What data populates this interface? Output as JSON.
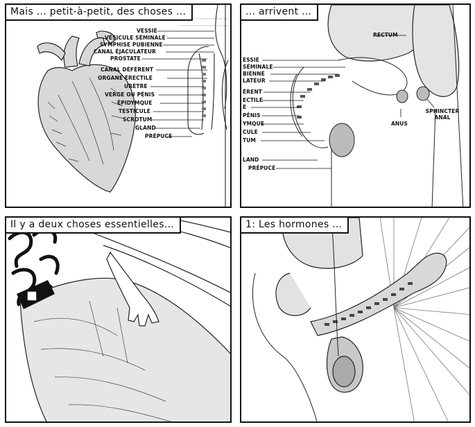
{
  "panels": [
    {
      "caption": "Mais ... petit-à-petit, des choses ...",
      "labels": [
        "Vessie",
        "Vésicule séminale",
        "Symphise pubienne",
        "Canal éjaculateur",
        "Prostate",
        "Canal déférent",
        "Organe érectile",
        "Urètre",
        "Verge ou pénis",
        "Épidymque",
        "Testicule",
        "Scrotum",
        "Gland",
        "Prépuce"
      ]
    },
    {
      "caption": "... arrivent ...",
      "labels": [
        "Rectum",
        "Anus",
        "Sphincter anal",
        "essie",
        "séminale",
        "bienne",
        "lateur",
        "érent",
        "ectile",
        "e",
        "pénis",
        "ymque",
        "cule",
        "tum",
        "land",
        "Prépuce"
      ]
    },
    {
      "caption": "Il y a deux choses essentielles..."
    },
    {
      "caption": "1: Les hormones ..."
    }
  ]
}
